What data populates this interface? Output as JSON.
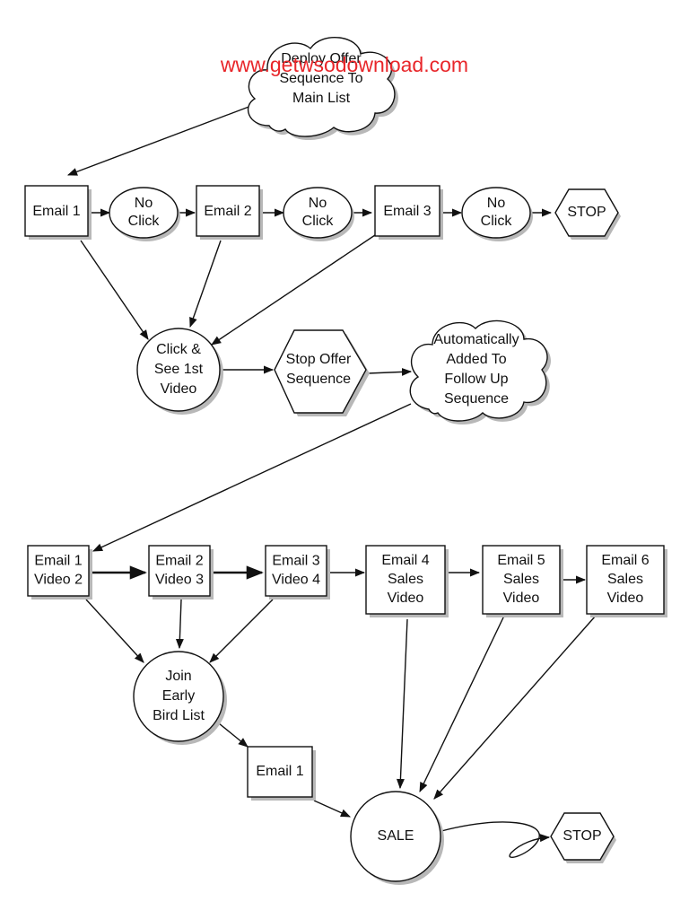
{
  "watermark": "www.getwsodownload.com",
  "nodes": {
    "deploy": [
      "Deploy Offer",
      "Sequence To",
      "Main List"
    ],
    "email1_top": [
      "Email 1"
    ],
    "noclick1": [
      "No",
      "Click"
    ],
    "email2_top": [
      "Email 2"
    ],
    "noclick2": [
      "No",
      "Click"
    ],
    "email3_top": [
      "Email 3"
    ],
    "noclick3": [
      "No",
      "Click"
    ],
    "stop_top": [
      "STOP"
    ],
    "click_video": [
      "Click &",
      "See 1st",
      "Video"
    ],
    "stop_offer": [
      "Stop Offer",
      "Sequence"
    ],
    "auto_follow": [
      "Automatically",
      "Added To",
      "Follow Up",
      "Sequence"
    ],
    "ev1": [
      "Email 1",
      "Video 2"
    ],
    "ev2": [
      "Email 2",
      "Video 3"
    ],
    "ev3": [
      "Email 3",
      "Video 4"
    ],
    "ev4": [
      "Email 4",
      "Sales",
      "Video"
    ],
    "ev5": [
      "Email 5",
      "Sales",
      "Video"
    ],
    "ev6": [
      "Email 6",
      "Sales",
      "Video"
    ],
    "early_bird": [
      "Join",
      "Early",
      "Bird List"
    ],
    "email1_bottom": [
      "Email 1"
    ],
    "sale": [
      "SALE"
    ],
    "stop_bottom": [
      "STOP"
    ]
  }
}
